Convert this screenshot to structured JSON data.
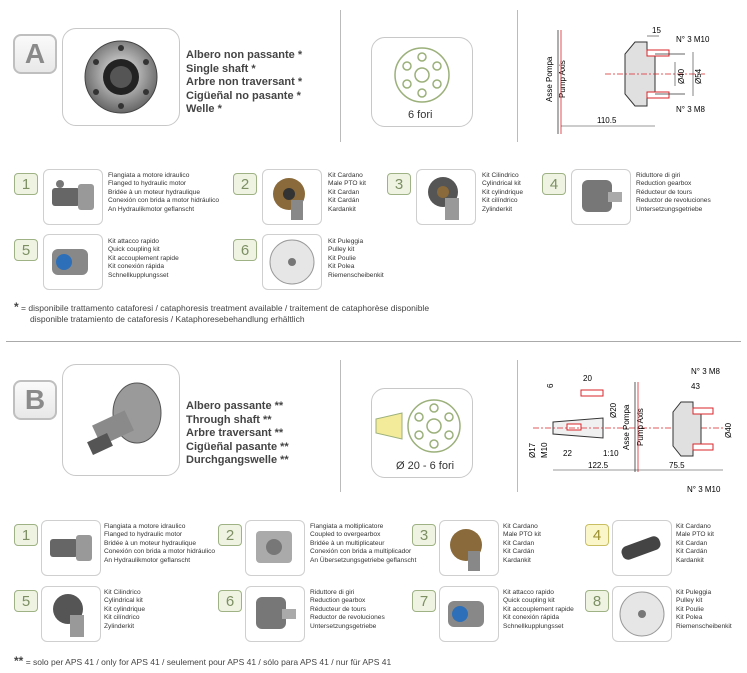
{
  "section_a": {
    "letter": "A",
    "names": [
      "Albero non passante *",
      "Single shaft *",
      "Arbre non traversant *",
      "Cigüeñal no pasante *",
      "Welle *"
    ],
    "holes_label": "6 fori",
    "dims": {
      "d1": "15",
      "d2": "N° 3 M10",
      "d3": "Ø40",
      "d4": "Ø54",
      "d5": "N° 3 M8",
      "d6": "110.5",
      "axis_it": "Asse Pompa",
      "axis_en": "Pump Axis"
    },
    "kits": [
      {
        "num": "1",
        "lines": [
          "Flangiata a motore idraulico",
          "Flanged to hydraulic motor",
          "Bridée à un moteur hydraulique",
          "Conexión con brida a motor hidráulico",
          "An Hydraulikmotor geflanscht"
        ]
      },
      {
        "num": "2",
        "lines": [
          "Kit Cardano",
          "Male PTO kit",
          "Kit Cardan",
          "Kit Cardán",
          "Kardankit"
        ]
      },
      {
        "num": "3",
        "lines": [
          "Kit Cilindrico",
          "Cylindrical kit",
          "Kit cylindrique",
          "Kit cilíndrico",
          "Zylinderkit"
        ]
      },
      {
        "num": "4",
        "lines": [
          "Riduttore di giri",
          "Reduction gearbox",
          "Réducteur de tours",
          "Reductor de revoluciones",
          "Untersetzungsgetriebe"
        ]
      },
      {
        "num": "5",
        "lines": [
          "Kit attacco rapido",
          "Quick coupling kit",
          "Kit accouplement rapide",
          "Kit conexión rápida",
          "Schnellkupplungsset"
        ]
      },
      {
        "num": "6",
        "lines": [
          "Kit Puleggia",
          "Pulley kit",
          "Kit Poulie",
          "Kit Polea",
          "Riemenscheibenkit"
        ]
      }
    ],
    "note_mark": "*",
    "note_lines": [
      "= disponibile trattamento cataforesi / cataphoresis treatment available / traitement de cataphorèse disponible",
      "disponible tratamiento de cataforesis / Kataphoresebehandlung erhältlich"
    ]
  },
  "section_b": {
    "letter": "B",
    "names": [
      "Albero passante **",
      "Through shaft **",
      "Arbre traversant **",
      "Cigüeñal pasante **",
      "Durchgangswelle **"
    ],
    "holes_label": "Ø 20  -  6 fori",
    "dims": {
      "d1": "N° 3 M8",
      "d2": "43",
      "d3": "Ø40",
      "d4": "20",
      "d5": "6",
      "d6": "Ø20",
      "d7": "Ø17",
      "d8": "M10",
      "d9": "22",
      "d10": "1:10",
      "d11": "122.5",
      "d12": "75.5",
      "d13": "N° 3 M10",
      "axis_it": "Asse Pompa",
      "axis_en": "Pump Axis"
    },
    "kits": [
      {
        "num": "1",
        "lines": [
          "Flangiata a motore idraulico",
          "Flanged to hydraulic motor",
          "Bridée à un moteur hydraulique",
          "Conexión con brida a motor hidráulico",
          "An Hydraulikmotor geflanscht"
        ]
      },
      {
        "num": "2",
        "lines": [
          "Flangiata a moltiplicatore",
          "Coupled to overgearbox",
          "Bridée à un multiplicateur",
          "Conexión con brida a multiplicador",
          "An Übersetzungsgetriebe geflanscht"
        ]
      },
      {
        "num": "3",
        "lines": [
          "Kit Cardano",
          "Male PTO kit",
          "Kit Cardan",
          "Kit Cardán",
          "Kardankit"
        ]
      },
      {
        "num": "4",
        "lines": [
          "Kit Cardano",
          "Male PTO kit",
          "Kit Cardan",
          "Kit Cardán",
          "Kardankit"
        ]
      },
      {
        "num": "5",
        "lines": [
          "Kit Cilindrico",
          "Cylindrical kit",
          "Kit cylindrique",
          "Kit cilíndrico",
          "Zylinderkit"
        ]
      },
      {
        "num": "6",
        "lines": [
          "Riduttore di giri",
          "Reduction gearbox",
          "Réducteur de tours",
          "Reductor de revoluciones",
          "Untersetzungsgetriebe"
        ]
      },
      {
        "num": "7",
        "lines": [
          "Kit attacco rapido",
          "Quick coupling kit",
          "Kit accouplement rapide",
          "Kit conexión rápida",
          "Schnellkupplungsset"
        ]
      },
      {
        "num": "8",
        "lines": [
          "Kit Puleggia",
          "Pulley kit",
          "Kit Poulie",
          "Kit Polea",
          "Riemenscheibenkit"
        ]
      }
    ],
    "note_mark": "**",
    "note_line": "= solo per APS 41 / only for APS 41 / seulement pour APS 41 / sólo para APS 41 / nur für APS 41"
  },
  "colors": {
    "red": "#d9262a",
    "frame": "#c8c8c8",
    "green_badge": "#eef3e2",
    "yellow_badge": "#fbf6c9",
    "flange_yellow": "#f4eb9a"
  }
}
